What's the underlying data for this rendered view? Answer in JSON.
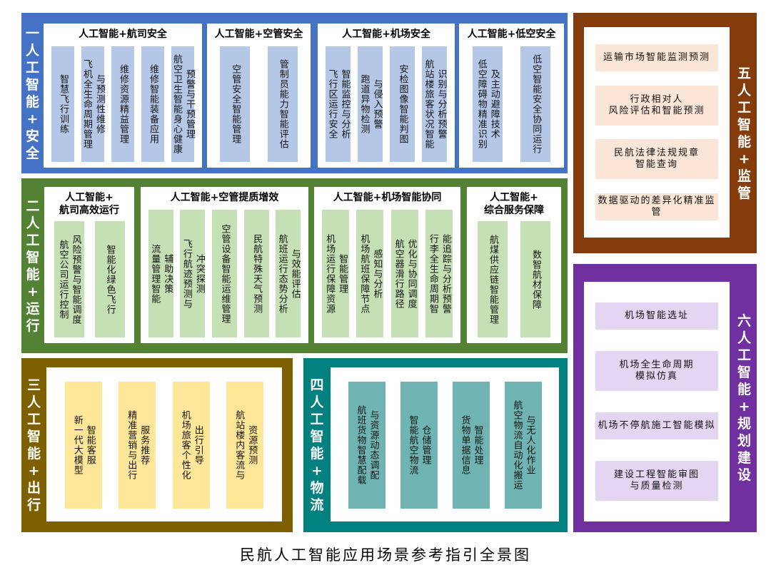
{
  "colors": {
    "safety": "#4472c4",
    "operation": "#548235",
    "travel": "#7f6000",
    "logistics": "#00807f",
    "supervision": "#843c0c",
    "planning": "#7030a0"
  },
  "title": "民航人工智能应用场景参考指引全景图",
  "sections": {
    "safety": {
      "label": [
        "一",
        "人",
        "工",
        "智",
        "能",
        "+",
        "安",
        "全"
      ],
      "boxes": [
        {
          "title": "人工智能+航司安全",
          "items": [
            {
              "cols": [
                "智慧飞行训练"
              ]
            },
            {
              "cols": [
                "飞机全生命周期管理",
                "与预测性维修"
              ]
            },
            {
              "cols": [
                "维修资源精益管理"
              ]
            },
            {
              "cols": [
                "维修智能装备应用"
              ]
            },
            {
              "cols": [
                "航空卫生智能身心健康",
                "预警与干预管理"
              ]
            }
          ]
        },
        {
          "title": "人工智能+空管安全",
          "items": [
            {
              "cols": [
                "空管安全智能管理"
              ]
            },
            {
              "cols": [
                "管制员能力智能评估"
              ]
            }
          ]
        },
        {
          "title": "人工智能+机场安全",
          "items": [
            {
              "cols": [
                "飞行区运行安全",
                "智能监控与分析"
              ]
            },
            {
              "cols": [
                "跑道异物检测",
                "与侵入预警"
              ]
            },
            {
              "cols": [
                "安检图像智能判图"
              ]
            },
            {
              "cols": [
                "航站楼旅客状况智能",
                "识别与分析预警"
              ]
            }
          ]
        },
        {
          "title": "人工智能+低空安全",
          "items": [
            {
              "cols": [
                "低空障碍物精准识别",
                "及主动避障技术"
              ]
            },
            {
              "cols": [
                "低空智能安全协同运行"
              ]
            }
          ]
        }
      ]
    },
    "operation": {
      "label": [
        "二",
        "人",
        "工",
        "智",
        "能",
        "+",
        "运",
        "行"
      ],
      "boxes": [
        {
          "title": "人工智能+\n航司高效运行",
          "items": [
            {
              "cols": [
                "航空公司运行控制",
                "风险预警与智能调度"
              ]
            },
            {
              "cols": [
                "智能化绿色飞行"
              ]
            }
          ]
        },
        {
          "title": "人工智能+空管提质增效",
          "items": [
            {
              "cols": [
                "流量管理智能",
                "辅助决策"
              ]
            },
            {
              "cols": [
                "飞行航迹预测与",
                "冲突探测"
              ]
            },
            {
              "cols": [
                "空管设备智能运维管理"
              ]
            },
            {
              "cols": [
                "民航特殊天气预测"
              ]
            },
            {
              "cols": [
                "航班运行态势分析",
                "与效能评估"
              ]
            }
          ]
        },
        {
          "title": "人工智能+机场智能协同",
          "items": [
            {
              "cols": [
                "机场运行保障资源",
                "智能管理"
              ]
            },
            {
              "cols": [
                "机场航班保障节点",
                "感知与分析"
              ]
            },
            {
              "cols": [
                "航空器滑行路径",
                "优化与协同调度"
              ]
            },
            {
              "cols": [
                "行李全生命周期智",
                "能追踪与分析预警"
              ]
            }
          ]
        },
        {
          "title": "人工智能+\n综合服务保障",
          "items": [
            {
              "cols": [
                "航煤供应链智能管理"
              ]
            },
            {
              "cols": [
                "数智航材保障"
              ]
            }
          ]
        }
      ]
    },
    "travel": {
      "label": [
        "三",
        "人",
        "工",
        "智",
        "能",
        "+",
        "出",
        "行"
      ],
      "items": [
        {
          "cols": [
            "新一代大模型",
            "智能客服"
          ]
        },
        {
          "cols": [
            "精准营销与出行",
            "服务推荐"
          ]
        },
        {
          "cols": [
            "机场旅客个性化",
            "出行引导"
          ]
        },
        {
          "cols": [
            "航站楼内客流与",
            "资源预测"
          ]
        }
      ]
    },
    "logistics": {
      "label": [
        "四",
        "人",
        "工",
        "智",
        "能",
        "+",
        "物",
        "流"
      ],
      "items": [
        {
          "cols": [
            "航班货物智慧配载",
            "与资源动态调配"
          ]
        },
        {
          "cols": [
            "智能航空物流",
            "仓储管理"
          ]
        },
        {
          "cols": [
            "货物单据信息",
            "智能处理"
          ]
        },
        {
          "cols": [
            "航空物流自动化搬运",
            "与无人化作业"
          ]
        }
      ]
    },
    "supervision": {
      "label": [
        "五",
        "人",
        "工",
        "智",
        "能",
        "+",
        "监",
        "管"
      ],
      "items": [
        "运输市场智能监测预测",
        "行政相对人\n风险评估和智能预测",
        "民航法律法规规章\n智能查询",
        "数据驱动的差异化精准监管"
      ]
    },
    "planning": {
      "label": [
        "六",
        "人",
        "工",
        "智",
        "能",
        "+",
        "规",
        "划",
        "建",
        "设"
      ],
      "items": [
        "机场智能选址",
        "机场全生命周期\n模拟仿真",
        "机场不停航施工智能模拟",
        "建设工程智能审图\n与质量检测"
      ]
    }
  }
}
